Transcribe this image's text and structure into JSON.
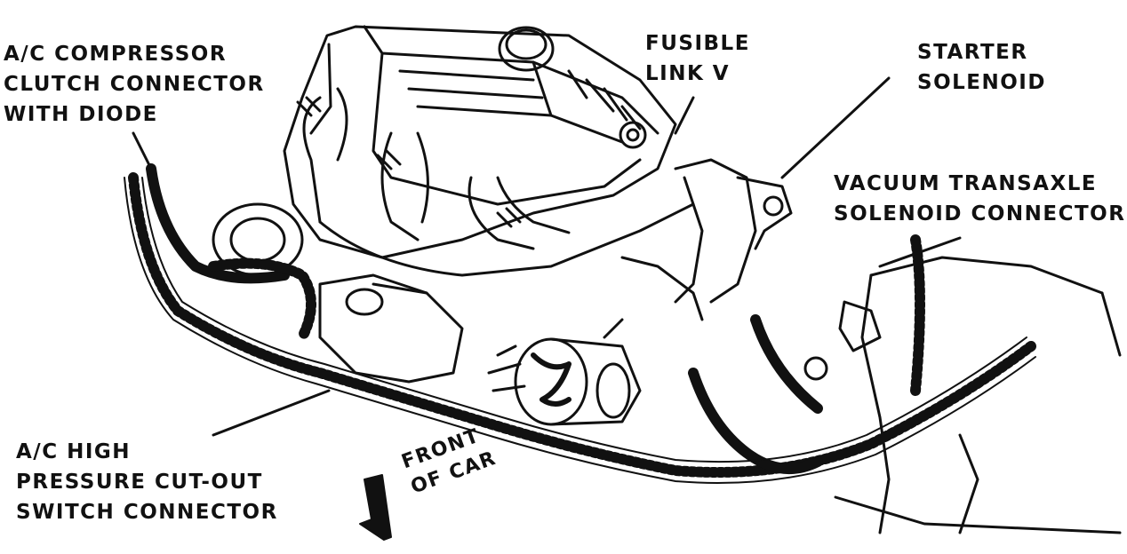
{
  "diagram": {
    "callouts": {
      "ac_compressor": [
        "A/C COMPRESSOR",
        "CLUTCH CONNECTOR",
        "WITH DIODE"
      ],
      "fusible_link": [
        "FUSIBLE",
        "LINK V"
      ],
      "starter_solenoid": [
        "STARTER",
        "SOLENOID"
      ],
      "vacuum_transaxle": [
        "VACUUM TRANSAXLE",
        "SOLENOID CONNECTOR"
      ],
      "ac_high_pressure": [
        "A/C HIGH",
        "PRESSURE CUT-OUT",
        "SWITCH CONNECTOR"
      ],
      "front_of_car": [
        "FRONT",
        "OF CAR"
      ]
    },
    "line_color": "#111111",
    "background": "#ffffff"
  }
}
